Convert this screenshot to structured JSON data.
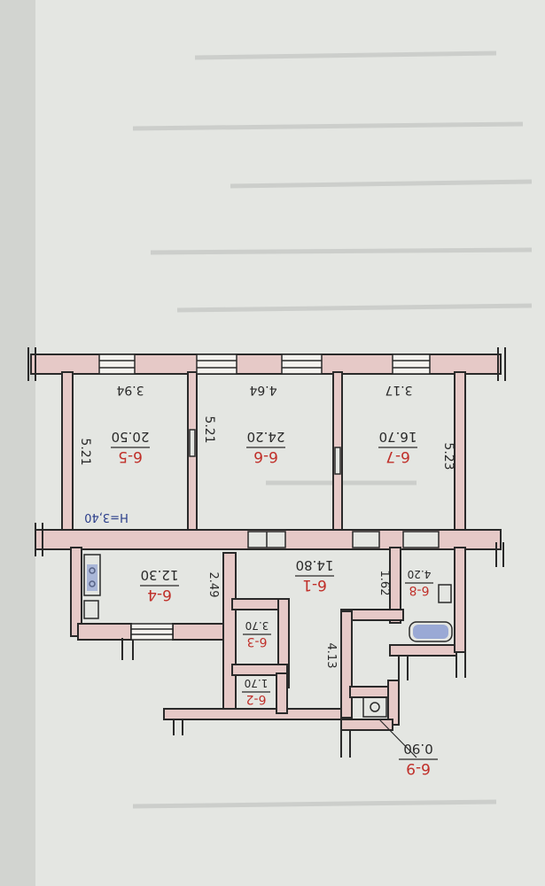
{
  "plan": {
    "height_note": "H=3,40",
    "rooms": [
      {
        "code": "6-5",
        "area": "20.50"
      },
      {
        "code": "6-6",
        "area": "24.20"
      },
      {
        "code": "6-7",
        "area": "16.70"
      },
      {
        "code": "6-4",
        "area": "12.30"
      },
      {
        "code": "6-1",
        "area": "14.80"
      },
      {
        "code": "6-8",
        "area": "4.20"
      },
      {
        "code": "6-3",
        "area": "3.70"
      },
      {
        "code": "6-2",
        "area": "1.70"
      },
      {
        "code": "6-9",
        "area": "0.90"
      }
    ],
    "dimensions": [
      "3.94",
      "4.64",
      "3.17",
      "5.21",
      "5.21",
      "5.23",
      "2.49",
      "1.62",
      "4.13"
    ]
  }
}
